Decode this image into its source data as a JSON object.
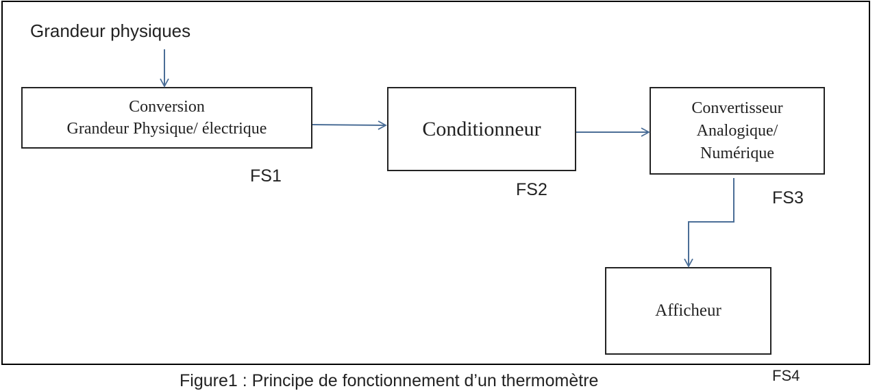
{
  "input_label": "Grandeur physiques",
  "blocks": [
    {
      "id": "fs1",
      "lines": [
        "Conversion",
        "Grandeur Physique/ électrique"
      ],
      "tag": "FS1"
    },
    {
      "id": "fs2",
      "lines": [
        "Conditionneur"
      ],
      "tag": "FS2"
    },
    {
      "id": "fs3",
      "lines": [
        "Convertisseur",
        "Analogique/",
        "Numérique"
      ],
      "tag": "FS3"
    },
    {
      "id": "fs4",
      "lines": [
        "Afficheur"
      ],
      "tag": "FS4"
    }
  ],
  "caption": "Figure1 : Principe de fonctionnement d’un thermomètre",
  "colors": {
    "arrow": "#4a6d96",
    "border": "#222222"
  }
}
